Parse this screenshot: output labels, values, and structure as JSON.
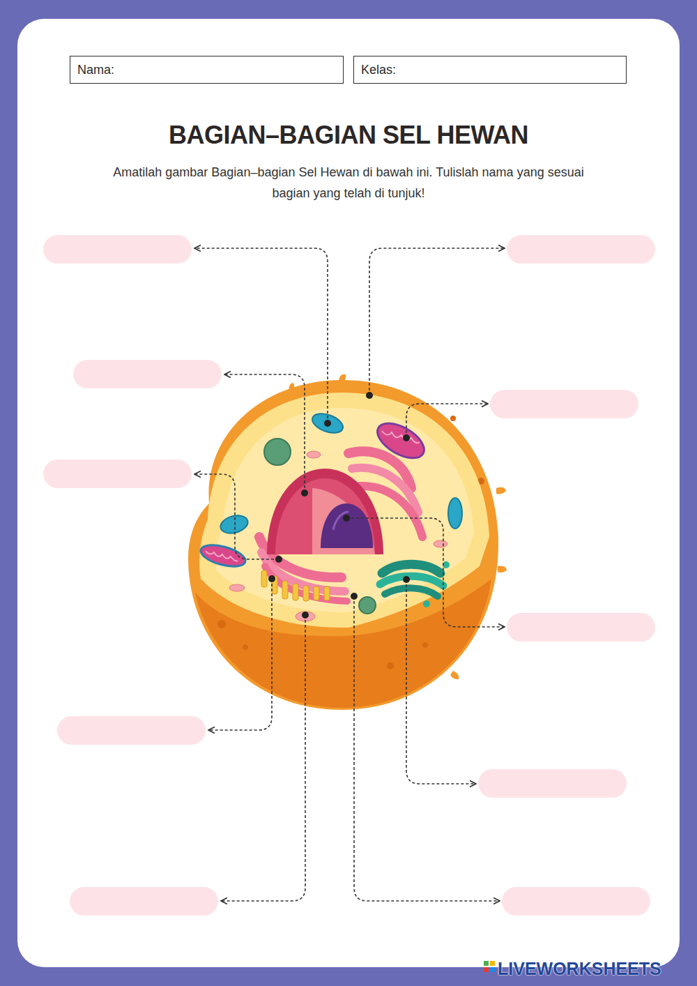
{
  "diagram": {
    "title": "BAGIAN–BAGIAN SEL HEWAN",
    "nodes": [
      {
        "text": [
          "Nama:"
        ]
      },
      {
        "text": [
          "Kelas:"
        ]
      }
    ],
    "labels": [
      "Amatilah gambar Bagian–bagian Sel Hewan di bawah ini. Tulislah nama yang sesuai bagian yang telah di tunjuk!",
      "LIVEWORKSHEETS"
    ]
  }
}
